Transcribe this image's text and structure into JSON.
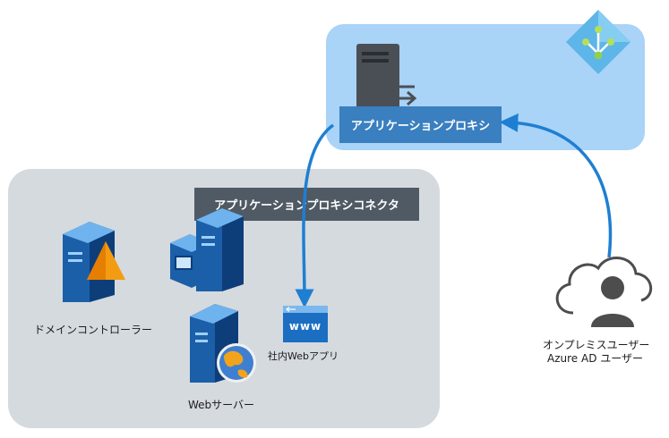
{
  "labels": {
    "app_proxy": "アプリケーションプロキシ",
    "app_proxy_connector": "アプリケーションプロキシコネクタ",
    "domain_controller": "ドメインコントローラー",
    "web_server": "Webサーバー",
    "internal_web_app": "社内Webアプリ",
    "www_text": "www",
    "user_line1": "オンプレミスユーザー",
    "user_line2": "Azure AD ユーザー"
  },
  "colors": {
    "azure_zone": "#a9d3f7",
    "onprem_zone": "#d5dadf",
    "proxy_label_bg": "#3a7fc0",
    "connector_label_bg": "#505a64",
    "arrow": "#1e7fd2",
    "server_dark": "#4a4f56",
    "user_gray": "#4d4d4d"
  },
  "icons": [
    "azure-ad-icon",
    "proxy-server-icon",
    "domain-controller-icon",
    "connector-server-icon",
    "web-server-icon",
    "web-app-icon",
    "cloud-user-icon"
  ]
}
